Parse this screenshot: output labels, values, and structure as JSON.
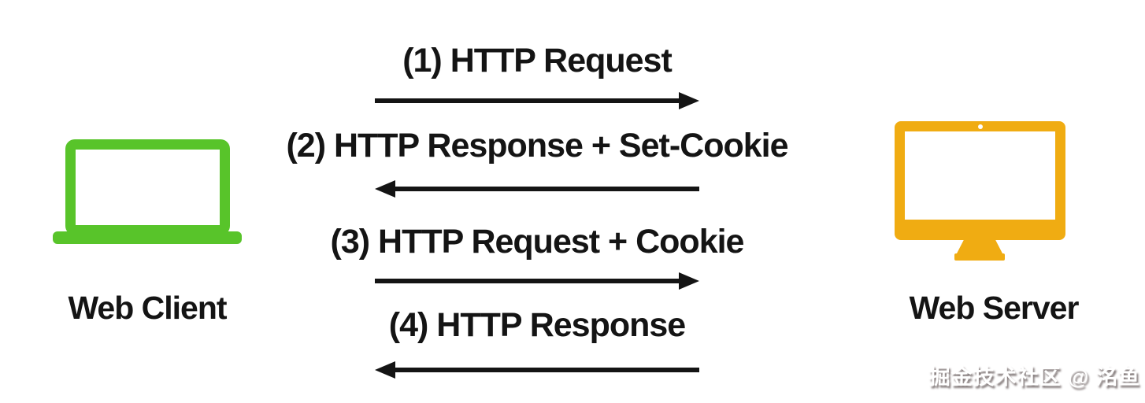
{
  "diagram": {
    "client": {
      "label": "Web Client",
      "icon": "laptop-icon",
      "color": "#58c42a"
    },
    "server": {
      "label": "Web Server",
      "icon": "monitor-icon",
      "color": "#f0ac12"
    },
    "messages": [
      {
        "step": 1,
        "label": "(1) HTTP Request",
        "direction": "right"
      },
      {
        "step": 2,
        "label": "(2) HTTP Response + Set-Cookie",
        "direction": "left"
      },
      {
        "step": 3,
        "label": "(3) HTTP Request + Cookie",
        "direction": "right"
      },
      {
        "step": 4,
        "label": "(4) HTTP Response",
        "direction": "left"
      }
    ],
    "colors": {
      "text": "#141414",
      "background": "#ffffff"
    },
    "watermark": "掘金技术社区 @ 洺鱼"
  }
}
